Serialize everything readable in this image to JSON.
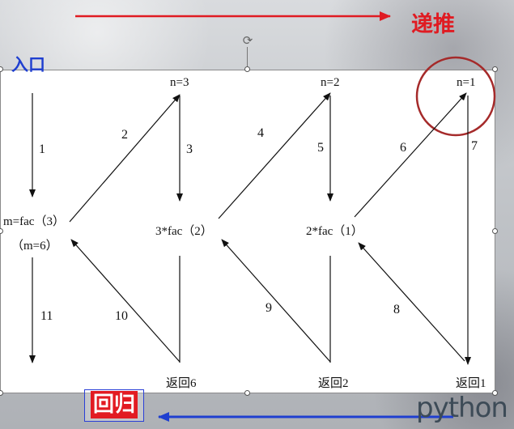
{
  "title_arrow_label": "递推",
  "return_label": "回归",
  "entry_label": "入口",
  "watermark": "python",
  "nodes": {
    "n3": "n=3",
    "n2": "n=2",
    "n1": "n=1",
    "m_fac3_line1": "m=fac（3）",
    "m_fac3_line2": "（m=6）",
    "fac2": "3*fac（2）",
    "fac1": "2*fac（1）",
    "ret6": "返回6",
    "ret2": "返回2",
    "ret1": "返回1"
  },
  "steps": [
    "1",
    "2",
    "3",
    "4",
    "5",
    "6",
    "7",
    "8",
    "9",
    "10",
    "11"
  ],
  "colors": {
    "recursion_arrow": "#e01b22",
    "return_arrow": "#1f3fd0",
    "highlight_circle": "#a52a2a"
  }
}
